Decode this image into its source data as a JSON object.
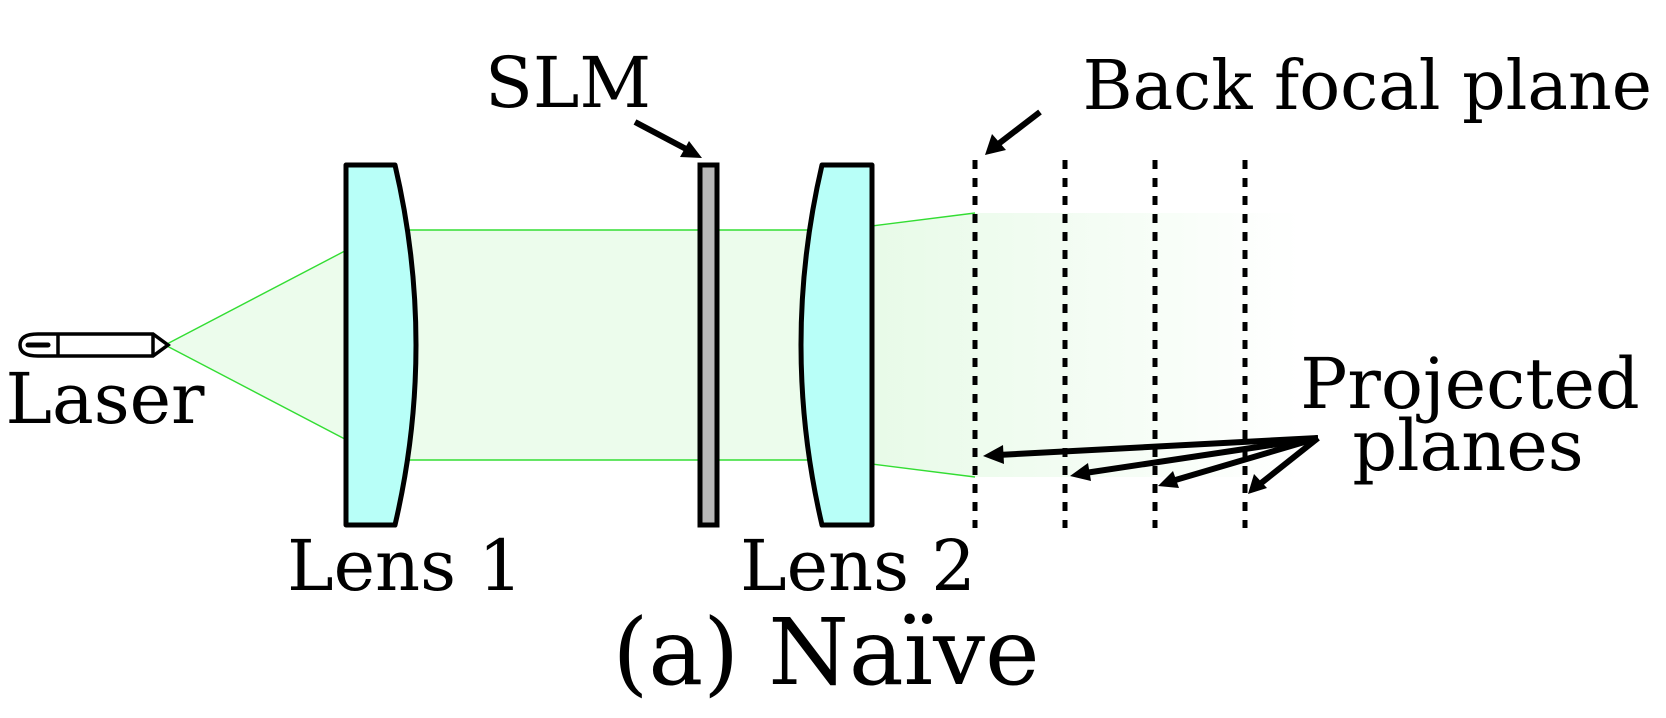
{
  "labels": {
    "slm": "SLM",
    "back_focal_plane": "Back focal plane",
    "laser": "Laser",
    "lens1": "Lens 1",
    "lens2": "Lens 2",
    "projected_line1": "Projected",
    "projected_line2": "planes",
    "caption": "(a) Naïve"
  },
  "colors": {
    "beam_line": "#33dd33",
    "beam_fill": "#e6fae6",
    "lens_fill": "#b8fff8",
    "slm_fill": "#b8b8b8",
    "outline": "#000000"
  }
}
